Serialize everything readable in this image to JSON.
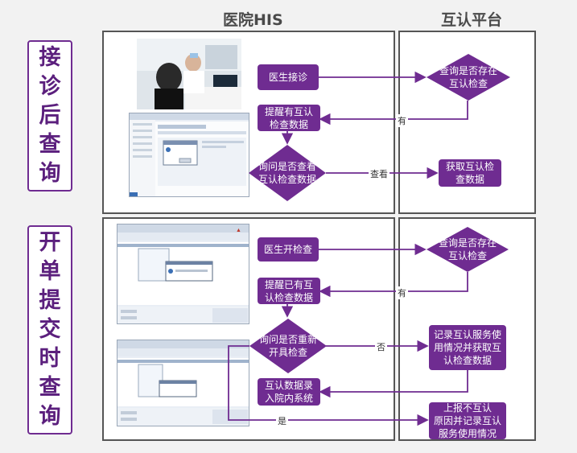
{
  "headers": {
    "his": "医院HIS",
    "platform": "互认平台"
  },
  "sections": {
    "top_label": [
      "接",
      "诊",
      "后",
      "查",
      "询"
    ],
    "bottom_label": [
      "开",
      "单",
      "提",
      "交",
      "时",
      "查",
      "询"
    ]
  },
  "flow1": {
    "doctor_visit": "医生接诊",
    "query_exists": "查询是否存在\n互认检查",
    "remind": "提醒有互认\n检查数据",
    "ask_view": "询问是否查看\n互认检查数据",
    "get_data": "获取互认检\n查数据",
    "edge_yes": "有",
    "edge_view": "查看"
  },
  "flow2": {
    "doctor_order": "医生开检查",
    "query_exists": "查询是否存在\n互认检查",
    "remind": "提醒已有互\n认检查数据",
    "ask_reopen": "询问是否重新\n开具检查",
    "record_usage": "记录互认服务使\n用情况并获取互\n认检查数据",
    "enter_data": "互认数据录\n入院内系统",
    "report_reason": "上报不互认\n原因并记录互认\n服务使用情况",
    "edge_yes": "有",
    "edge_no": "否",
    "edge_yes2": "是"
  },
  "colors": {
    "purple": "#6f2c91",
    "arrow": "#6f2c91"
  }
}
